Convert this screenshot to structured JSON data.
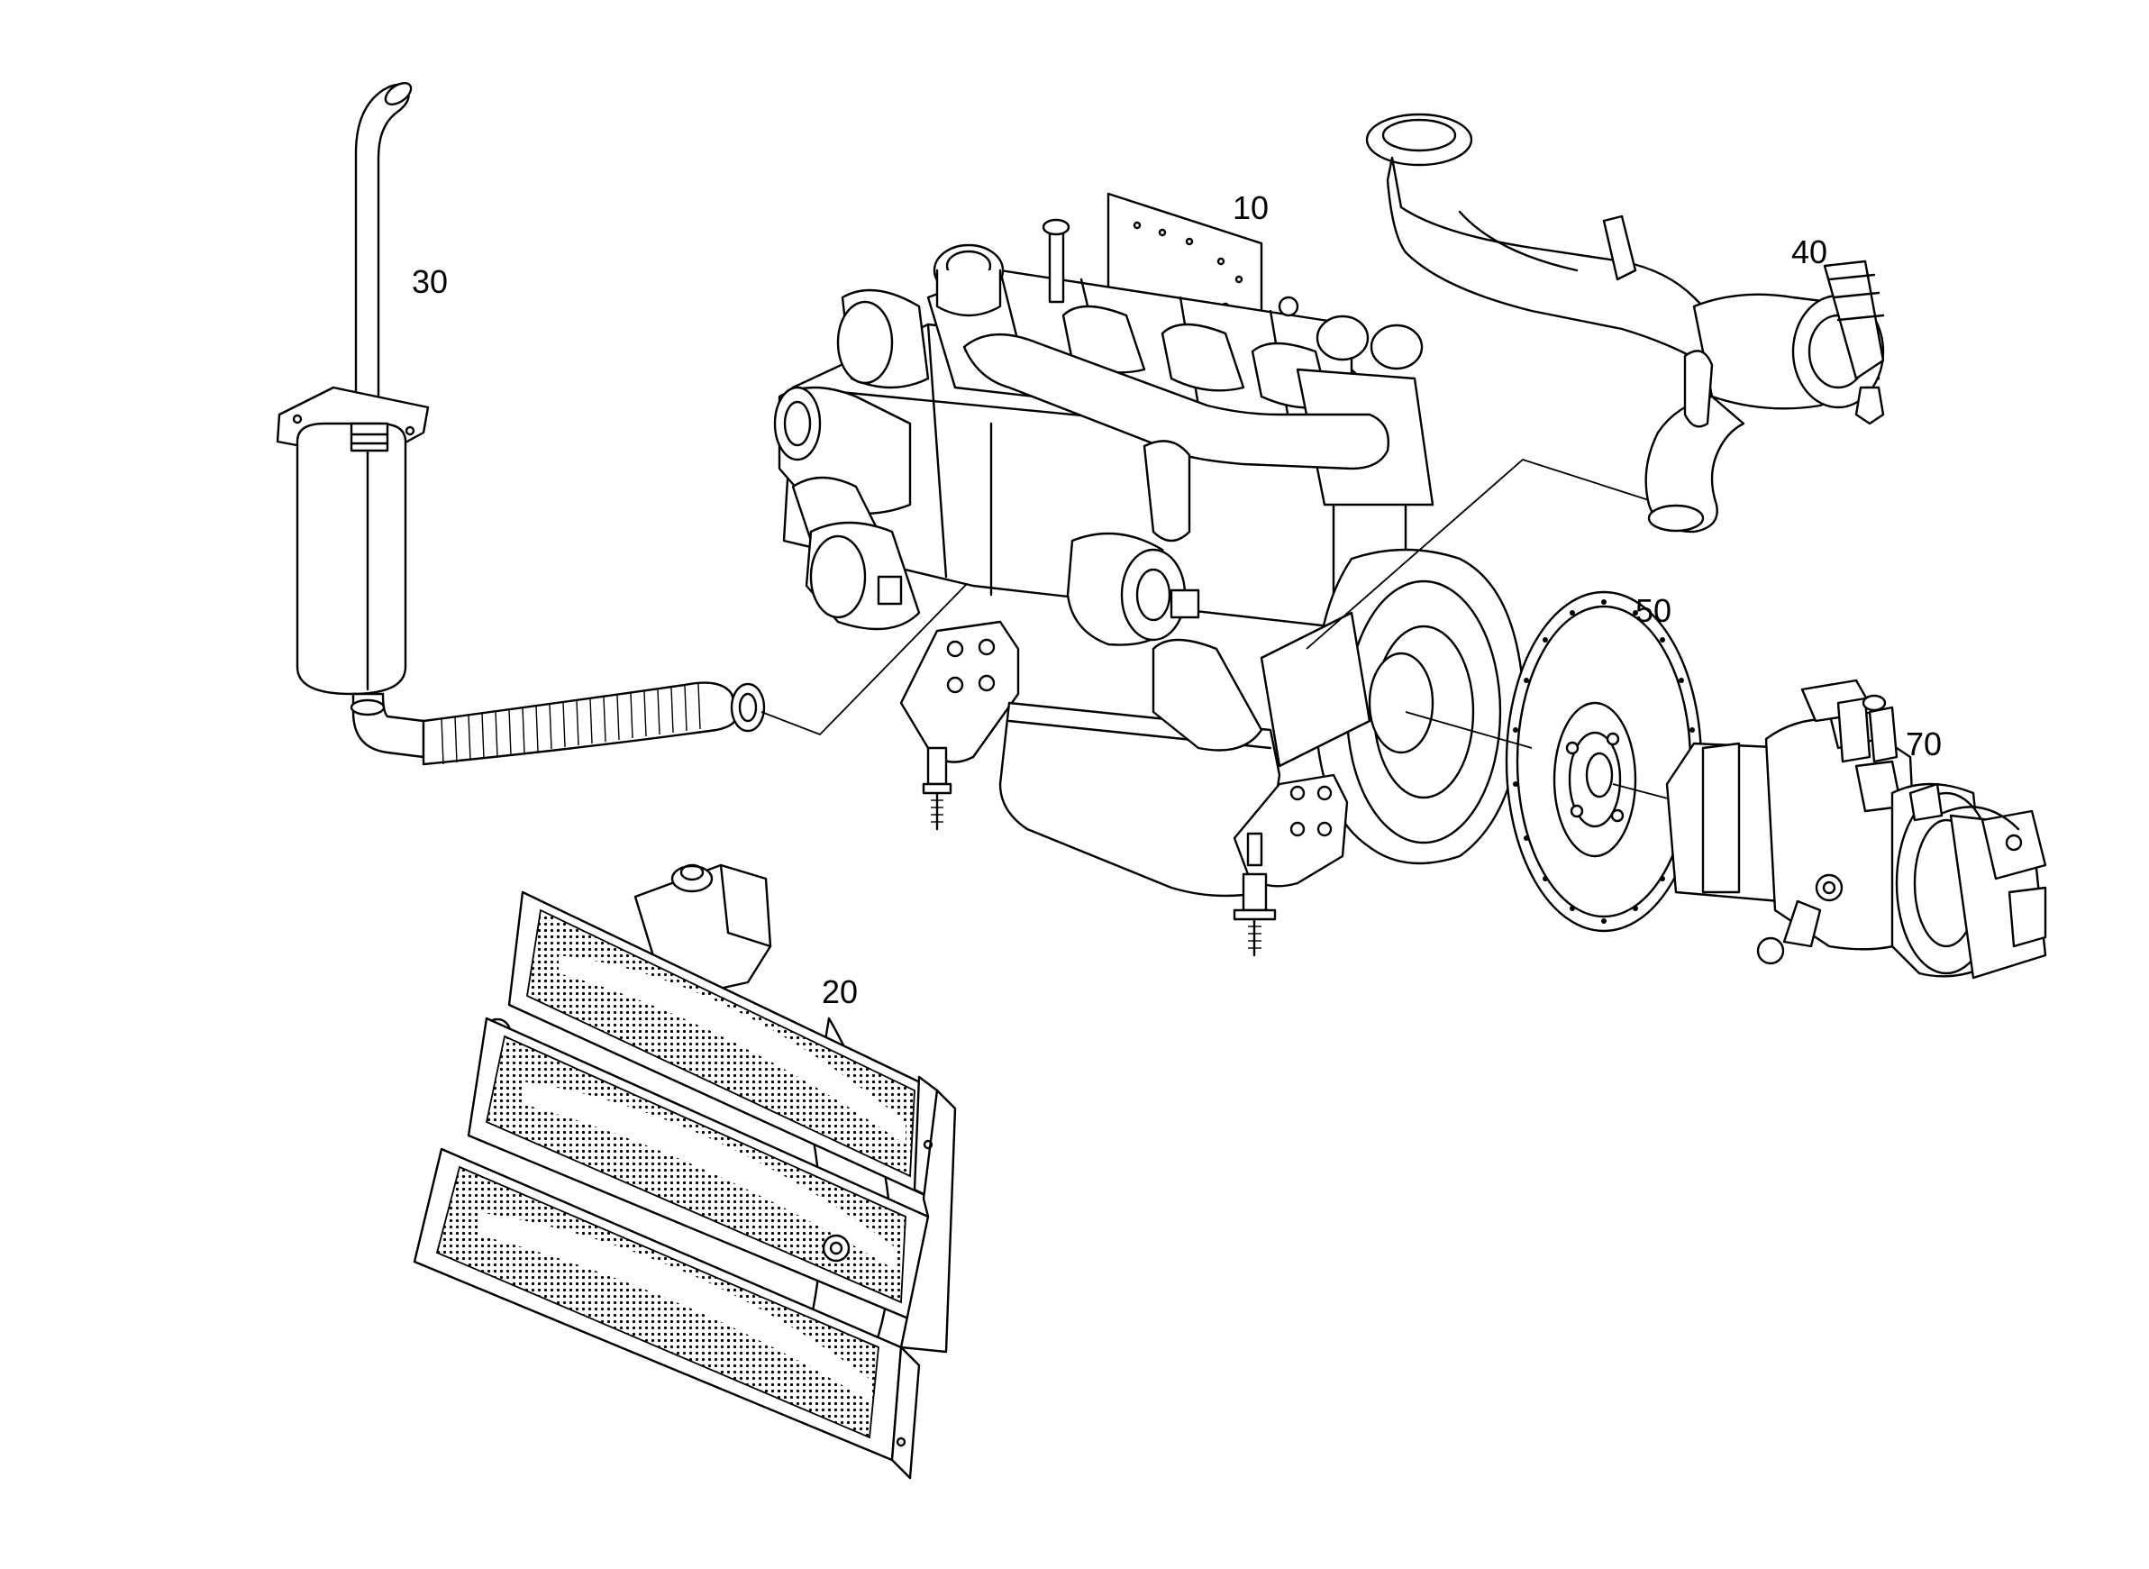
{
  "labels": {
    "engine": "10",
    "radiator": "20",
    "exhaust": "30",
    "air_intake": "40",
    "flex_plate": "50",
    "hydraulic_pump": "70"
  },
  "colors": {
    "line": "#000000",
    "background": "#ffffff"
  }
}
